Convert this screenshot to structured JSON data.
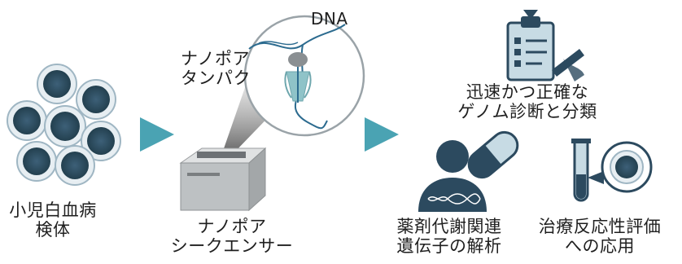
{
  "diagram": {
    "sample_label": "小児白血病\n検体",
    "sequencer_label": "ナノポア\nシークエンサー",
    "protein_label": "ナノポア\nタンパク",
    "dna_label": "DNA",
    "outcomes": {
      "diagnosis": "迅速かつ正確な\nゲノム診断と分類",
      "drug_metabolism": "薬剤代謝関連\n遺伝子の解析",
      "therapy_evaluation": "治療反応性評価\nへの応用"
    }
  },
  "colors": {
    "cell_fill": "#2e4f66",
    "cell_outline": "#a9bfcc",
    "arrow": "#4aa3b3",
    "icon_dark": "#2c4a5f",
    "icon_light": "#c7dbe4",
    "protein": "#8fc3c8"
  }
}
